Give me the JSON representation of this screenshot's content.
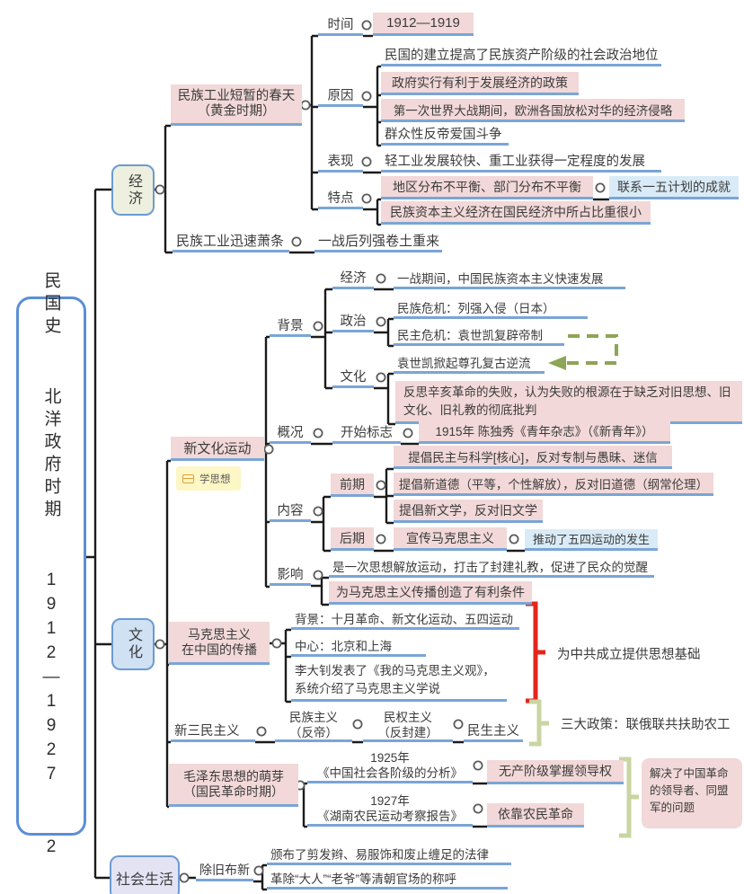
{
  "root": {
    "title": "民国史  北洋政府时期  1912—1927  2"
  },
  "economy": {
    "label": "经济",
    "spring": {
      "label": "民族工业短暂的春天\n（黄金时期）",
      "time": {
        "label": "时间",
        "value": "1912—1919"
      },
      "reason": {
        "label": "原因",
        "items": [
          "民国的建立提高了民族资产阶级的社会政治地位",
          "政府实行有利于发展经济的政策",
          "第一次世界大战期间，欧洲各国放松对华的经济侵略",
          "群众性反帝爱国斗争"
        ]
      },
      "performance": {
        "label": "表现",
        "value": "轻工业发展较快、重工业获得一定程度的发展"
      },
      "feature": {
        "label": "特点",
        "items": [
          "地区分布不平衡、部门分布不平衡",
          "民族资本主义经济在国民经济中所占比重很小"
        ],
        "link": "联系一五计划的成就"
      }
    },
    "depression": {
      "label": "民族工业迅速萧条",
      "value": "一战后列强卷土重来"
    }
  },
  "culture": {
    "label": "文化",
    "new_culture": {
      "label": "新文化运动",
      "note": "学思想",
      "background": {
        "label": "背景",
        "economy": {
          "label": "经济",
          "value": "一战期间，中国民族资本主义快速发展"
        },
        "politics": {
          "label": "政治",
          "items": [
            "民族危机：列强入侵（日本）",
            "民主危机：袁世凯复辟帝制"
          ]
        },
        "culture": {
          "label": "文化",
          "items": [
            "袁世凯掀起尊孔复古逆流",
            "反思辛亥革命的失败，认为失败的根源在于缺乏对旧思想、旧文化、旧礼教的彻底批判"
          ]
        }
      },
      "overview": {
        "label": "概况",
        "start_label": "开始标志",
        "start_value": "1915年 陈独秀《青年杂志》（《新青年》）"
      },
      "content": {
        "label": "内容",
        "early": {
          "label": "前期",
          "items": [
            "提倡民主与科学[核心]，反对专制与愚昧、迷信",
            "提倡新道德（平等，个性解放），反对旧道德（纲常伦理）",
            "提倡新文学，反对旧文学"
          ]
        },
        "late": {
          "label": "后期",
          "value": "宣传马克思主义",
          "effect": "推动了五四运动的发生"
        }
      },
      "impact": {
        "label": "影响",
        "items": [
          "是一次思想解放运动，打击了封建礼教，促进了民众的觉醒",
          "为马克思主义传播创造了有利条件"
        ]
      }
    },
    "marxism": {
      "label": "马克思主义\n在中国的传播",
      "items": [
        "背景：十月革命、新文化运动、五四运动",
        "中心：北京和上海",
        "李大钊发表了《我的马克思主义观》，\n系统介绍了马克思主义学说"
      ],
      "note": "为中共成立提供思想基础"
    },
    "three_principles": {
      "label": "新三民主义",
      "items": [
        "民族主义\n（反帝）",
        "民权主义\n（反封建）",
        "民生主义"
      ],
      "note": "三大政策：联俄联共扶助农工"
    },
    "mao": {
      "label": "毛泽东思想的萌芽\n（国民革命时期）",
      "works": [
        {
          "title": "1925年\n《中国社会各阶级的分析》",
          "point": "无产阶级掌握领导权"
        },
        {
          "title": "1927年\n《湖南农民运动考察报告》",
          "point": "依靠农民革命"
        }
      ],
      "note": "解决了中国革命的领导者、同盟军的问题"
    }
  },
  "social": {
    "label": "社会生活",
    "reform": {
      "label": "除旧布新",
      "items": [
        "颁布了剪发辫、易服饰和废止缠足的法律",
        "革除“大人”“老爷”等清朝官场的称呼"
      ]
    }
  },
  "colors": {
    "branch_line": "#1b1b1b",
    "underline_blue": "#7aa5d6",
    "node_pink": "#f2d8d8",
    "node_light_blue": "#d9ebf7",
    "bracket_red": "#e2261c",
    "bracket_green": "#c9d5a2",
    "arrow_green": "#8da556"
  }
}
